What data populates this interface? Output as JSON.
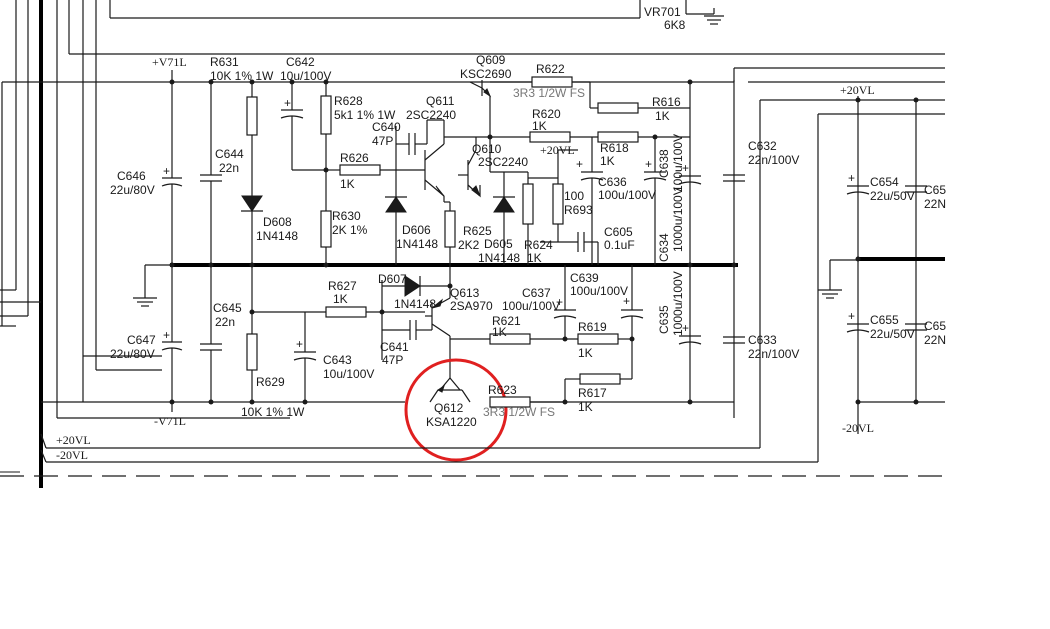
{
  "header": {
    "vr701": "VR701",
    "vr701_value": "6K8"
  },
  "rails": {
    "v71_pos": "+V71L",
    "v71_neg": "-V71L",
    "v20_pos_right": "+20VL",
    "v20_neg_right": "-20VL",
    "v20_pos_bottom": "+20VL",
    "v20_neg_bottom": "-20VL",
    "v20_pos_mid": "+20VL"
  },
  "components": {
    "r631": "R631",
    "r631_val": "10K 1% 1W",
    "c642": "C642",
    "c642_val": "10u/100V",
    "q609": "Q609",
    "q609_part": "KSC2690",
    "r622": "R622",
    "r622_val": "3R3 1/2W FS",
    "r628": "R628",
    "r628_val": "5k1 1% 1W",
    "q611": "Q611",
    "q611_part": "2SC2240",
    "c640": "C640",
    "c640_val": "47P",
    "r620": "R620",
    "r620_val": "1K",
    "r616": "R616",
    "r616_val": "1K",
    "r618": "R618",
    "r618_val": "1K",
    "c638": "C638",
    "c638_val": "100u/100V",
    "c632": "C632",
    "c632_val": "22n/100V",
    "c644": "C644",
    "c644_val": "22n",
    "r626": "R626",
    "r626_val": "1K",
    "q610": "Q610",
    "q610_part": "2SC2240",
    "c636": "C636",
    "c636_val": "100u/100V",
    "c646": "C646",
    "c646_val": "22u/80V",
    "r693": "R693",
    "r693_val": "100",
    "d608": "D608",
    "d608_part": "1N4148",
    "r630": "R630",
    "r630_val": "2K 1%",
    "d606": "D606",
    "d606_part": "1N4148",
    "r625": "R625",
    "r625_val": "2K2",
    "d605": "D605",
    "d605_part": "1N4148",
    "r624": "R624",
    "r624_val": "1K",
    "c605": "C605",
    "c605_val": "0.1uF",
    "c634": "C634",
    "c634_val": "1000u/100V",
    "c654": "C654",
    "c654_val": "22u/50V",
    "c65a": "C65",
    "c65a_val": "22N",
    "d607": "D607",
    "d607_part": "1N4148",
    "q613": "Q613",
    "q613_part": "2SA970",
    "c639": "C639",
    "c639_val": "100u/100V",
    "r627": "R627",
    "r627_val": "1K",
    "c637": "C637",
    "c637_val": "100u/100V",
    "c645": "C645",
    "c645_val": "22n",
    "r621": "R621",
    "r621_val": "1K",
    "r619": "R619",
    "r619_val": "1K",
    "c635": "C635",
    "c635_val": "1000u/100V",
    "c647": "C647",
    "c647_val": "22u/80V",
    "c641": "C641",
    "c641_val": "47P",
    "c643": "C643",
    "c643_val": "10u/100V",
    "c633": "C633",
    "c633_val": "22n/100V",
    "c655": "C655",
    "c655_val": "22u/50V",
    "c65b": "C65",
    "c65b_val": "22N",
    "r629": "R629",
    "r629_val": "10K 1% 1W",
    "q612": "Q612",
    "q612_part": "KSA1220",
    "r623": "R623",
    "r623_val": "3R3 1/2W FS",
    "r617": "R617",
    "r617_val": "1K"
  },
  "colors": {
    "highlight_circle": "#e02020",
    "ink": "#1a1a1a",
    "bus": "#000000"
  }
}
